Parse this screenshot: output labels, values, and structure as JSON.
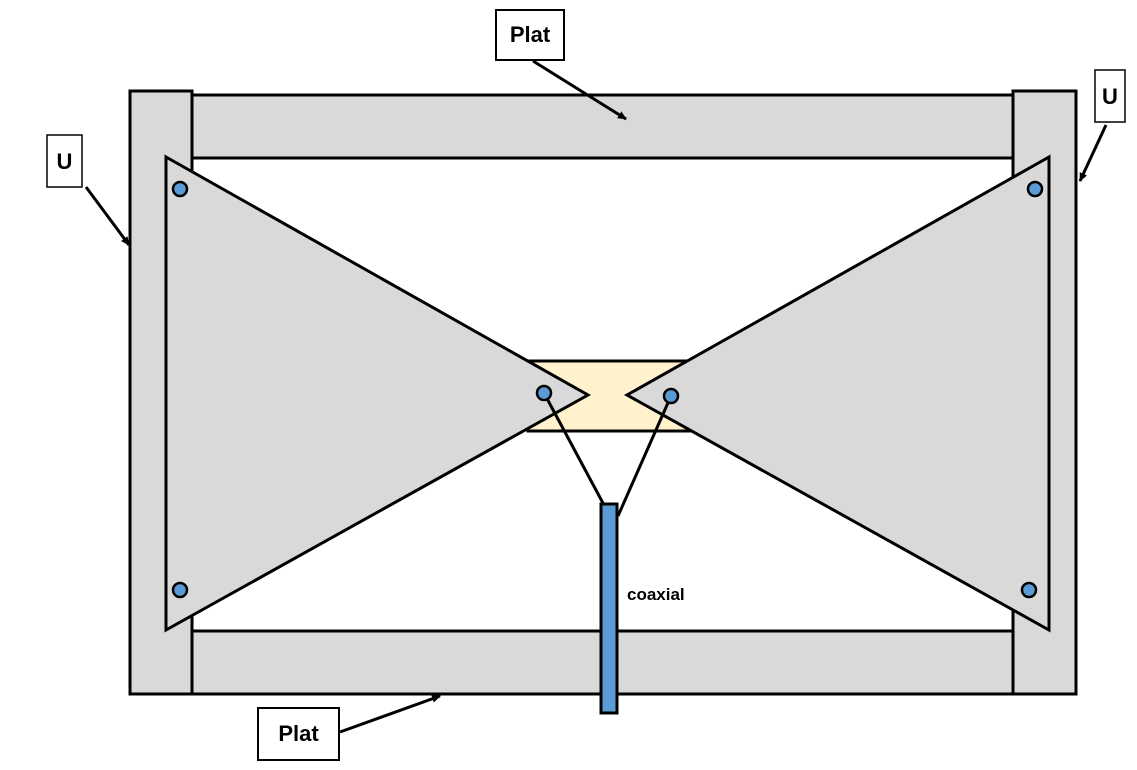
{
  "diagram": {
    "title": "Bowtie antenna mounting frame",
    "labels": {
      "plat_top": "Plat",
      "plat_bottom": "Plat",
      "u_left": "U",
      "u_right": "U",
      "coaxial": "coaxial"
    },
    "colors": {
      "frame_fill": "#d9d9d9",
      "feed_block_fill": "#fff2cc",
      "bolt_fill": "#5b9bd5",
      "coax_fill": "#5b9bd5",
      "stroke": "#000000",
      "background": "#ffffff"
    },
    "components": [
      {
        "name": "plat-top",
        "type": "flat bar",
        "label": "Plat"
      },
      {
        "name": "plat-bottom",
        "type": "flat bar",
        "label": "Plat"
      },
      {
        "name": "u-left",
        "type": "U channel",
        "label": "U"
      },
      {
        "name": "u-right",
        "type": "U channel",
        "label": "U"
      },
      {
        "name": "bowtie-left",
        "type": "triangle element",
        "bolts": 3
      },
      {
        "name": "bowtie-right",
        "type": "triangle element",
        "bolts": 3
      },
      {
        "name": "feed-block",
        "type": "insulator block"
      },
      {
        "name": "coaxial-cable",
        "type": "feed line",
        "label": "coaxial"
      }
    ]
  }
}
